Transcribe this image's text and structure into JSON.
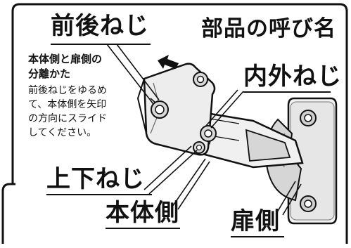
{
  "title": "部品の呼び名",
  "labels": {
    "front_back_screw": "前後ねじ",
    "inner_outer_screw": "内外ねじ",
    "up_down_screw": "上下ねじ",
    "body_side": "本体側",
    "door_side": "扉側"
  },
  "note": {
    "heading_line1": "本体側と扉側の",
    "heading_line2": "分離かた",
    "body_lines": [
      "前後ねじをゆるめ",
      "て、本体側を矢印",
      "の方向にスライド",
      "してください。"
    ]
  },
  "colors": {
    "ink": "#111111",
    "metal_light": "#f2f2f2",
    "metal_mid": "#d6d6d6",
    "metal_dark": "#9a9a9a",
    "background": "#ffffff"
  },
  "icons": [
    "slide-direction-arrow-icon"
  ]
}
